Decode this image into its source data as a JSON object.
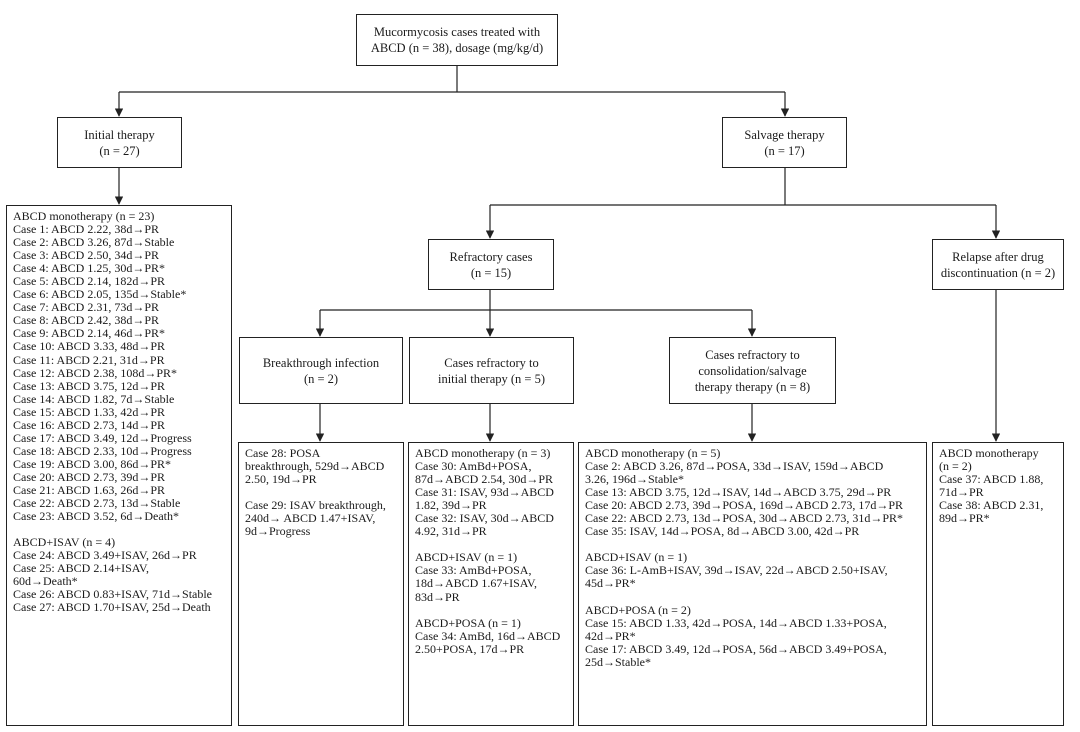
{
  "root": {
    "line1": "Mucormycosis cases treated with",
    "line2": "ABCD (n = 38), dosage (mg/kg/d)"
  },
  "initial": {
    "title": "Initial therapy",
    "count": "(n = 27)"
  },
  "salvage": {
    "title": "Salvage therapy",
    "count": "(n = 17)"
  },
  "refractory": {
    "title": "Refractory cases",
    "count": "(n = 15)"
  },
  "relapse": {
    "line1": "Relapse after drug",
    "line2": "discontinuation (n = 2)"
  },
  "breakthrough": {
    "title": "Breakthrough infection",
    "count": "(n = 2)"
  },
  "refr_initial": {
    "line1": "Cases refractory to",
    "line2": "initial therapy (n = 5)"
  },
  "refr_consol": {
    "line1": "Cases refractory to",
    "line2": "consolidation/salvage",
    "line3": "therapy therapy (n = 8)"
  },
  "initial_list": [
    "ABCD monotherapy (n = 23)",
    "Case 1: ABCD 2.22, 38d→PR",
    "Case 2: ABCD 3.26, 87d→Stable",
    "Case 3: ABCD 2.50, 34d→PR",
    "Case 4: ABCD 1.25, 30d→PR*",
    "Case 5: ABCD 2.14, 182d→PR",
    "Case 6: ABCD 2.05, 135d→Stable*",
    "Case 7: ABCD 2.31, 73d→PR",
    "Case 8: ABCD 2.42, 38d→PR",
    "Case 9: ABCD 2.14, 46d→PR*",
    "Case 10: ABCD 3.33, 48d→PR",
    "Case 11: ABCD 2.21, 31d→PR",
    "Case 12: ABCD 2.38, 108d→PR*",
    "Case 13: ABCD 3.75, 12d→PR",
    "Case 14: ABCD 1.82, 7d→Stable",
    "Case 15: ABCD 1.33, 42d→PR",
    "Case 16: ABCD 2.73, 14d→PR",
    "Case 17: ABCD 3.49, 12d→Progress",
    "Case 18: ABCD 2.33, 10d→Progress",
    "Case 19: ABCD 3.00, 86d→PR*",
    "Case 20: ABCD 2.73, 39d→PR",
    "Case 21: ABCD 1.63, 26d→PR",
    "Case 22: ABCD 2.73, 13d→Stable",
    "Case 23: ABCD 3.52, 6d→Death*",
    "",
    "ABCD+ISAV (n = 4)",
    "Case 24: ABCD 3.49+ISAV, 26d→PR",
    "Case 25: ABCD 2.14+ISAV,",
    "60d→Death*",
    "Case 26: ABCD 0.83+ISAV, 71d→Stable",
    "Case 27: ABCD 1.70+ISAV, 25d→Death"
  ],
  "breakthrough_list": [
    "Case 28: POSA",
    "breakthrough, 529d→ABCD",
    "2.50, 19d→PR",
    "",
    "Case 29: ISAV breakthrough,",
    "240d→ ABCD 1.47+ISAV,",
    "9d→Progress"
  ],
  "refr_initial_list": [
    "ABCD monotherapy (n = 3)",
    "Case 30: AmBd+POSA,",
    "87d→ABCD 2.54, 30d→PR",
    "Case 31: ISAV, 93d→ABCD",
    "1.82, 39d→PR",
    "Case 32: ISAV, 30d→ABCD",
    "4.92, 31d→PR",
    "",
    "ABCD+ISAV (n = 1)",
    "Case 33: AmBd+POSA,",
    "18d→ABCD 1.67+ISAV,",
    "83d→PR",
    "",
    "ABCD+POSA (n = 1)",
    "Case 34: AmBd, 16d→ABCD",
    "2.50+POSA, 17d→PR"
  ],
  "refr_consol_list": [
    "ABCD monotherapy (n = 5)",
    "Case 2: ABCD 3.26, 87d→POSA, 33d→ISAV, 159d→ABCD",
    "3.26, 196d→Stable*",
    "Case 13: ABCD 3.75, 12d→ISAV, 14d→ABCD 3.75, 29d→PR",
    "Case 20: ABCD 2.73, 39d→POSA, 169d→ABCD 2.73, 17d→PR",
    "Case 22: ABCD 2.73, 13d→POSA, 30d→ABCD 2.73, 31d→PR*",
    "Case 35: ISAV, 14d→POSA, 8d→ABCD 3.00, 42d→PR",
    "",
    "ABCD+ISAV (n = 1)",
    "Case 36: L-AmB+ISAV, 39d→ISAV, 22d→ABCD 2.50+ISAV,",
    "45d→PR*",
    "",
    "ABCD+POSA (n = 2)",
    "Case 15: ABCD 1.33, 42d→POSA, 14d→ABCD 1.33+POSA,",
    "42d→PR*",
    "Case 17: ABCD 3.49, 12d→POSA, 56d→ABCD 3.49+POSA,",
    "25d→Stable*"
  ],
  "relapse_list": [
    "ABCD monotherapy",
    "(n = 2)",
    "Case 37: ABCD 1.88,",
    "71d→PR",
    "Case 38: ABCD 2.31,",
    "89d→PR*"
  ]
}
